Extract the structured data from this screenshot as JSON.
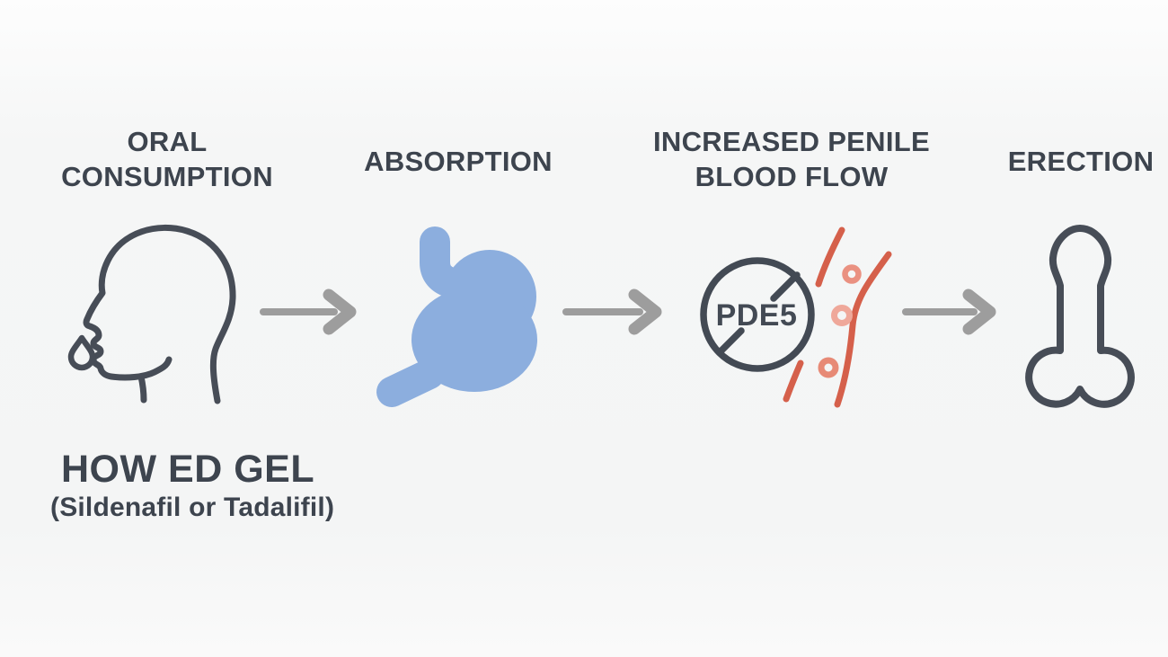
{
  "title": {
    "main": "HOW ED GEL",
    "sub": "(Sildenafil or Tadalifil)"
  },
  "steps": [
    {
      "id": "oral-consumption",
      "label": "ORAL CONSUMPTION",
      "label_lines": [
        "ORAL",
        "CONSUMPTION"
      ],
      "icon": "face-swallow-icon"
    },
    {
      "id": "absorption",
      "label": "ABSORPTION",
      "label_lines": [
        "ABSORPTION"
      ],
      "icon": "stomach-icon"
    },
    {
      "id": "increased-penile-blood-flow",
      "label": "INCREASED PENILE BLOOD FLOW",
      "label_lines": [
        "INCREASED PENILE",
        "BLOOD FLOW"
      ],
      "icon": "pde5-blocked-vessel-icon",
      "enzyme_badge": "PDE5"
    },
    {
      "id": "erection",
      "label": "ERECTION",
      "label_lines": [
        "ERECTION"
      ],
      "icon": "erection-icon"
    }
  ],
  "colors": {
    "background": "#f6f7f7",
    "text": "#3d444e",
    "icon_outline": "#474d57",
    "arrow_gray": "#9d9d9d",
    "stomach_blue": "#8caede",
    "vessel_red": "#d5604b",
    "ring_salmon_top": "#ea9181",
    "ring_salmon_middle": "#efa89a",
    "ring_salmon_bottom": "#e78a76"
  }
}
